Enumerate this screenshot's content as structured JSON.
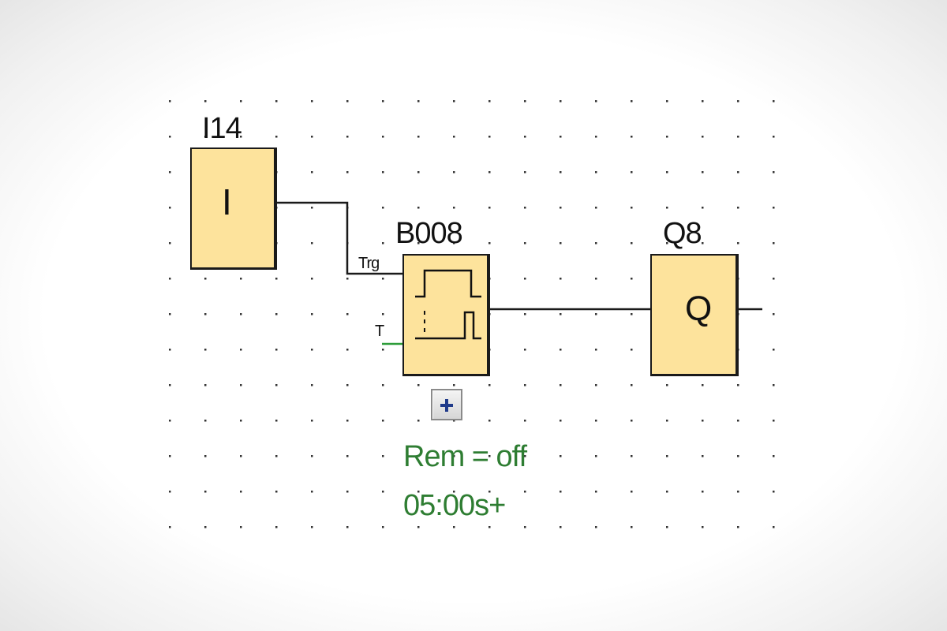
{
  "diagram": {
    "input_block": {
      "name": "I14",
      "symbol": "I"
    },
    "function_block": {
      "name": "B008",
      "pins": {
        "trigger": "Trg",
        "time": "T"
      },
      "icon": "pulse-timer-icon",
      "parameters": {
        "retentivity": "Rem = off",
        "time": "05:00s+"
      },
      "expand_icon": "plus-icon"
    },
    "output_block": {
      "name": "Q8",
      "symbol": "Q"
    }
  },
  "colors": {
    "block_fill": "#fde39c",
    "wire": "#1a1a1a",
    "param_text": "#2e7d32",
    "time_wire": "#2e9d3a",
    "grid_dot": "#333333"
  }
}
